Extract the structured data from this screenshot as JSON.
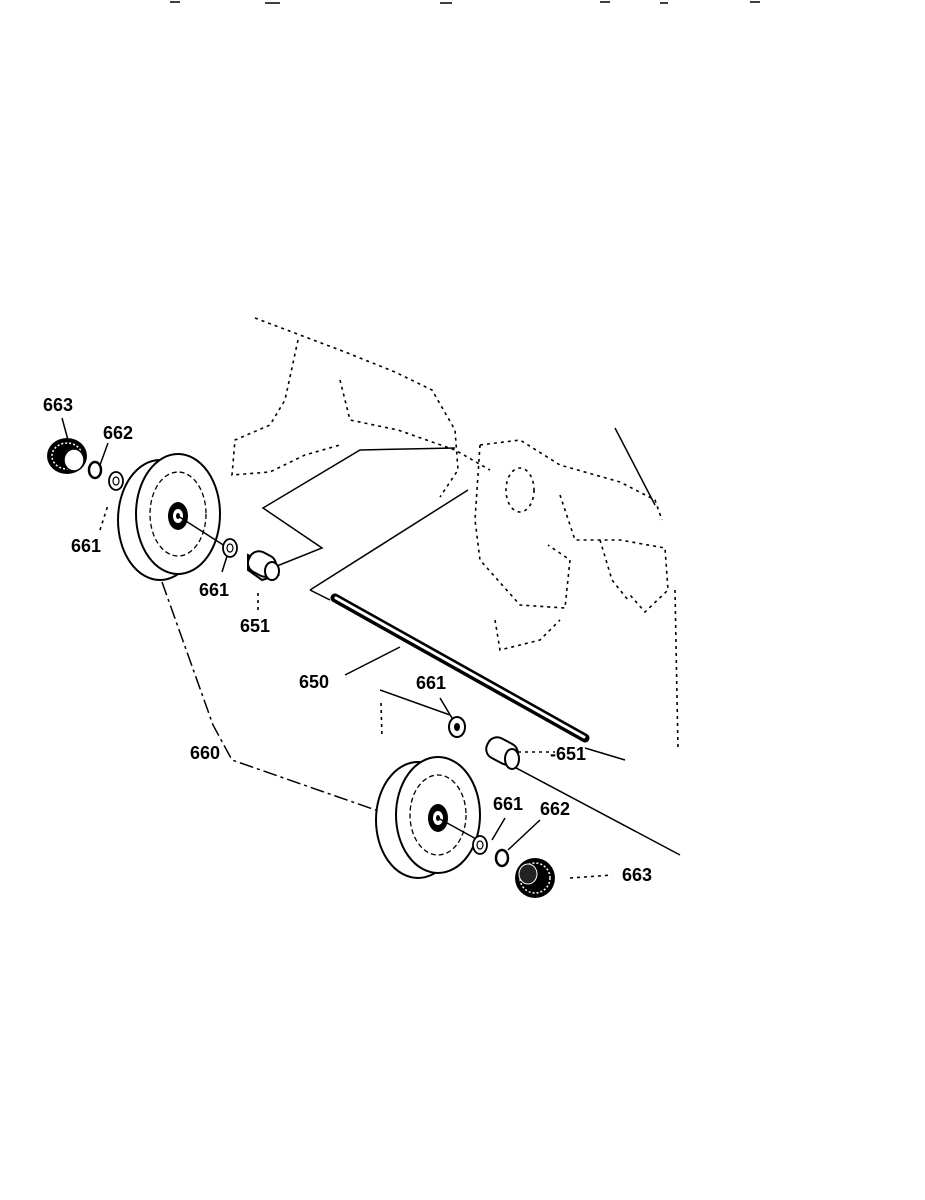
{
  "callouts": {
    "c663_top": "663",
    "c662_top": "662",
    "c661_left": "661",
    "c661_mid": "661",
    "c651_top": "651",
    "c650": "650",
    "c661_lower": "661",
    "c651_lower": "-651",
    "c660": "660",
    "c661_bottom": "661",
    "c662_bottom": "662",
    "c663_bottom": "663"
  }
}
